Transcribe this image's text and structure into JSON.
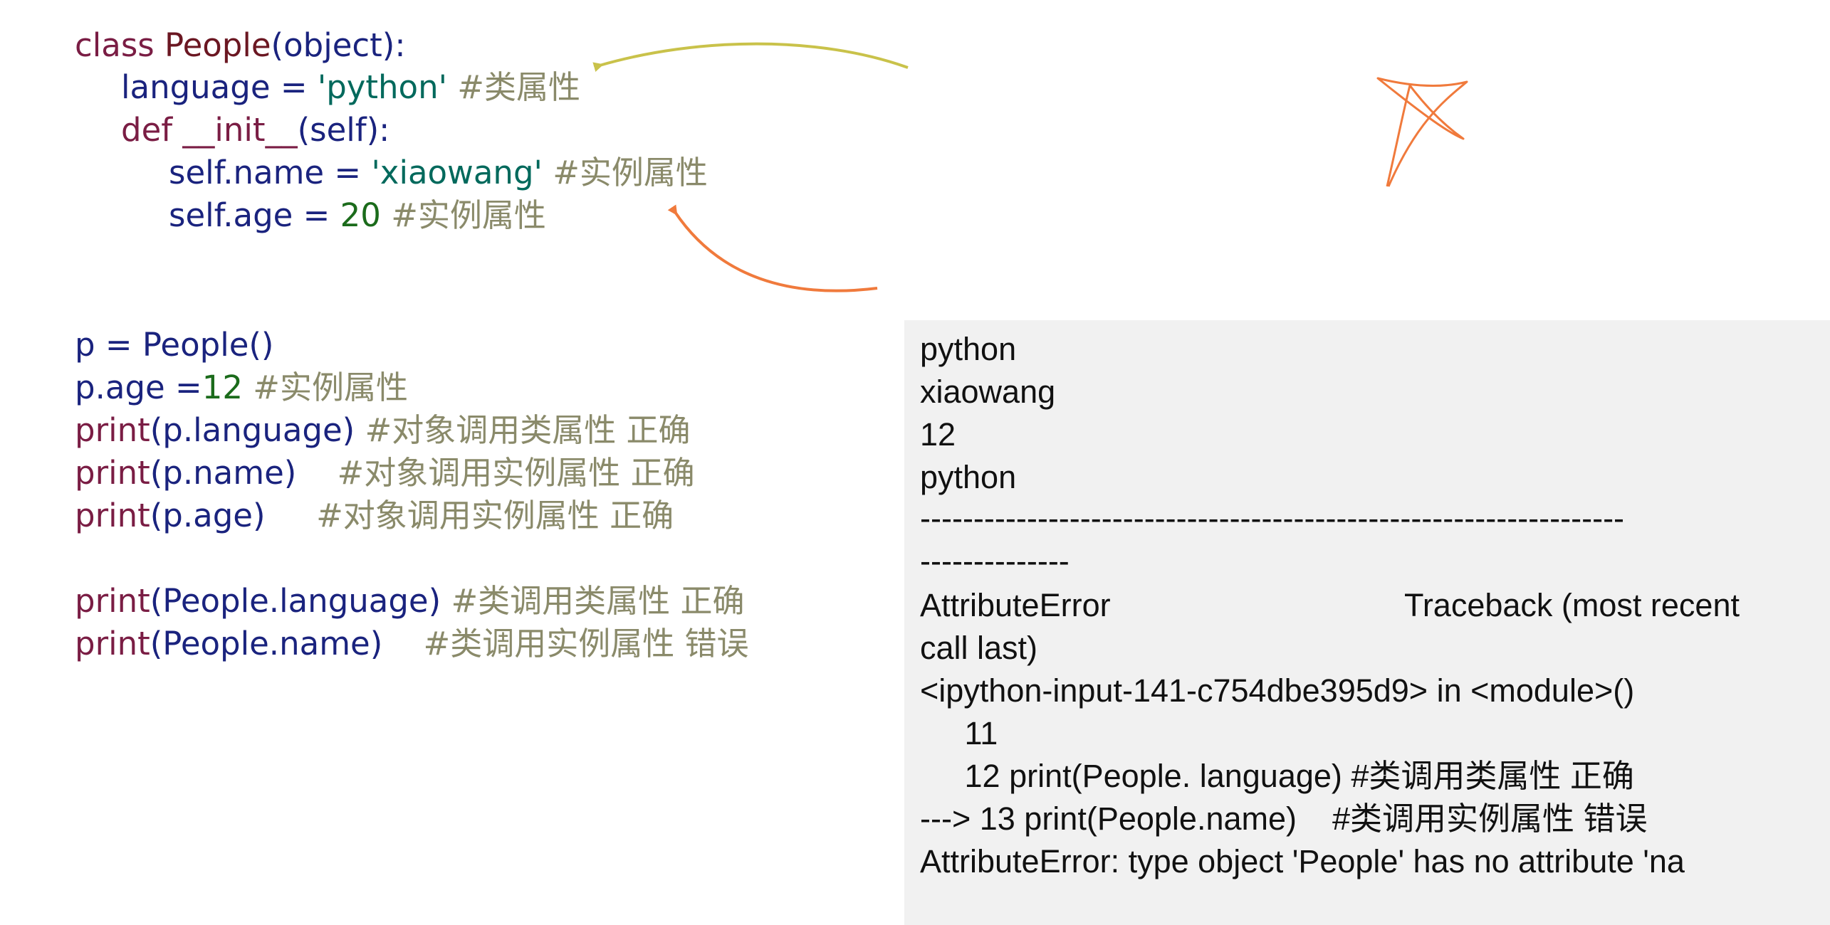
{
  "code": {
    "class_def": {
      "keyword": "class",
      "class_name": "People",
      "base": "(object):"
    },
    "class_attr": {
      "lhs": "language = ",
      "value": "'python'",
      "comment": " #类属性"
    },
    "init_def": {
      "keyword": "def",
      "name": " __init__",
      "args": "(self):"
    },
    "self_name": {
      "lhs": "self.name = ",
      "value": "'xiaowang'",
      "comment": " #实例属性"
    },
    "self_age": {
      "lhs": "self.age = ",
      "value": "20",
      "comment": " #实例属性"
    },
    "instantiate": "p = People()",
    "set_age": {
      "lhs": "p.age =",
      "value": "12",
      "comment": " #实例属性"
    },
    "print1": {
      "fn": "print",
      "args": "(p.language)",
      "comment": " #对象调用类属性 正确"
    },
    "print2": {
      "fn": "print",
      "args": "(p.name)",
      "comment": "    #对象调用实例属性 正确"
    },
    "print3": {
      "fn": "print",
      "args": "(p.age)",
      "comment": "     #对象调用实例属性 正确"
    },
    "print4": {
      "fn": "print",
      "args": "(People.language)",
      "comment": " #类调用类属性 正确"
    },
    "print5": {
      "fn": "print",
      "args": "(People.name)",
      "comment": "    #类调用实例属性 错误"
    }
  },
  "output": {
    "line1": "python",
    "line2": "xiaowang",
    "line3": "12",
    "line4": "python",
    "dash1": "------------------------------------------------------------------",
    "dash2": "--------------",
    "err_name": "AttributeError",
    "traceback": "Traceback (most recent",
    "call_last": "call last)",
    "input_ref": "<ipython-input-141-c754dbe395d9> in <module>()",
    "ln11": "     11",
    "ln12": "     12 print(People. language) #类调用类属性 正确",
    "ln13": "---> 13 print(People.name)    #类调用实例属性 错误",
    "err_msg": "AttributeError: type object 'People' has no attribute 'na"
  },
  "colors": {
    "keyword": "#7a1d44",
    "name": "#1a237e",
    "string": "#00695c",
    "number": "#1b6b1b",
    "comment": "#8a8a6a",
    "arrow_top": "#c9c24a",
    "arrow_bottom": "#f07a3c",
    "panel_bg": "#f1f1f1"
  }
}
